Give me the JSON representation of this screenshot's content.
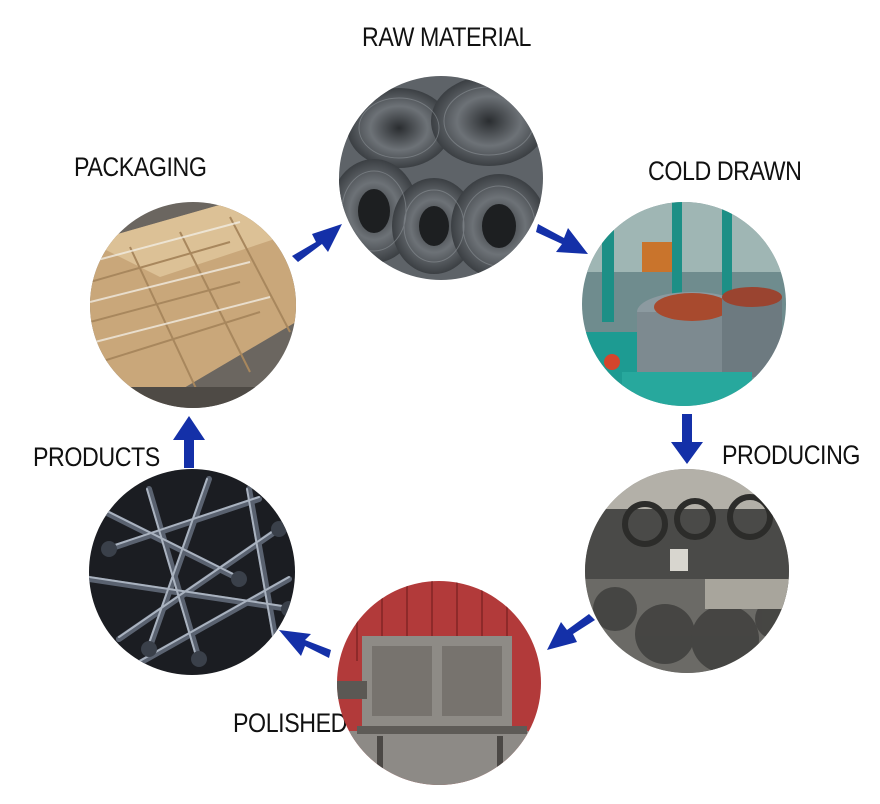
{
  "diagram": {
    "stages": [
      {
        "id": "raw-material",
        "label": "RAW MATERIAL",
        "photo": "coiled-steel-wire-photo"
      },
      {
        "id": "cold-drawn",
        "label": "COLD DRAWN",
        "photo": "wire-drawing-machines-photo"
      },
      {
        "id": "producing",
        "label": "PRODUCING",
        "photo": "nail-making-machines-photo"
      },
      {
        "id": "polished",
        "label": "POLISHED",
        "photo": "polishing-drum-machine-photo"
      },
      {
        "id": "products",
        "label": "PRODUCTS",
        "photo": "steel-nails-photo"
      },
      {
        "id": "packaging",
        "label": "PACKAGING",
        "photo": "cartons-on-pallet-photo"
      }
    ],
    "flow": "clockwise",
    "arrow_color": "#1430a8"
  }
}
